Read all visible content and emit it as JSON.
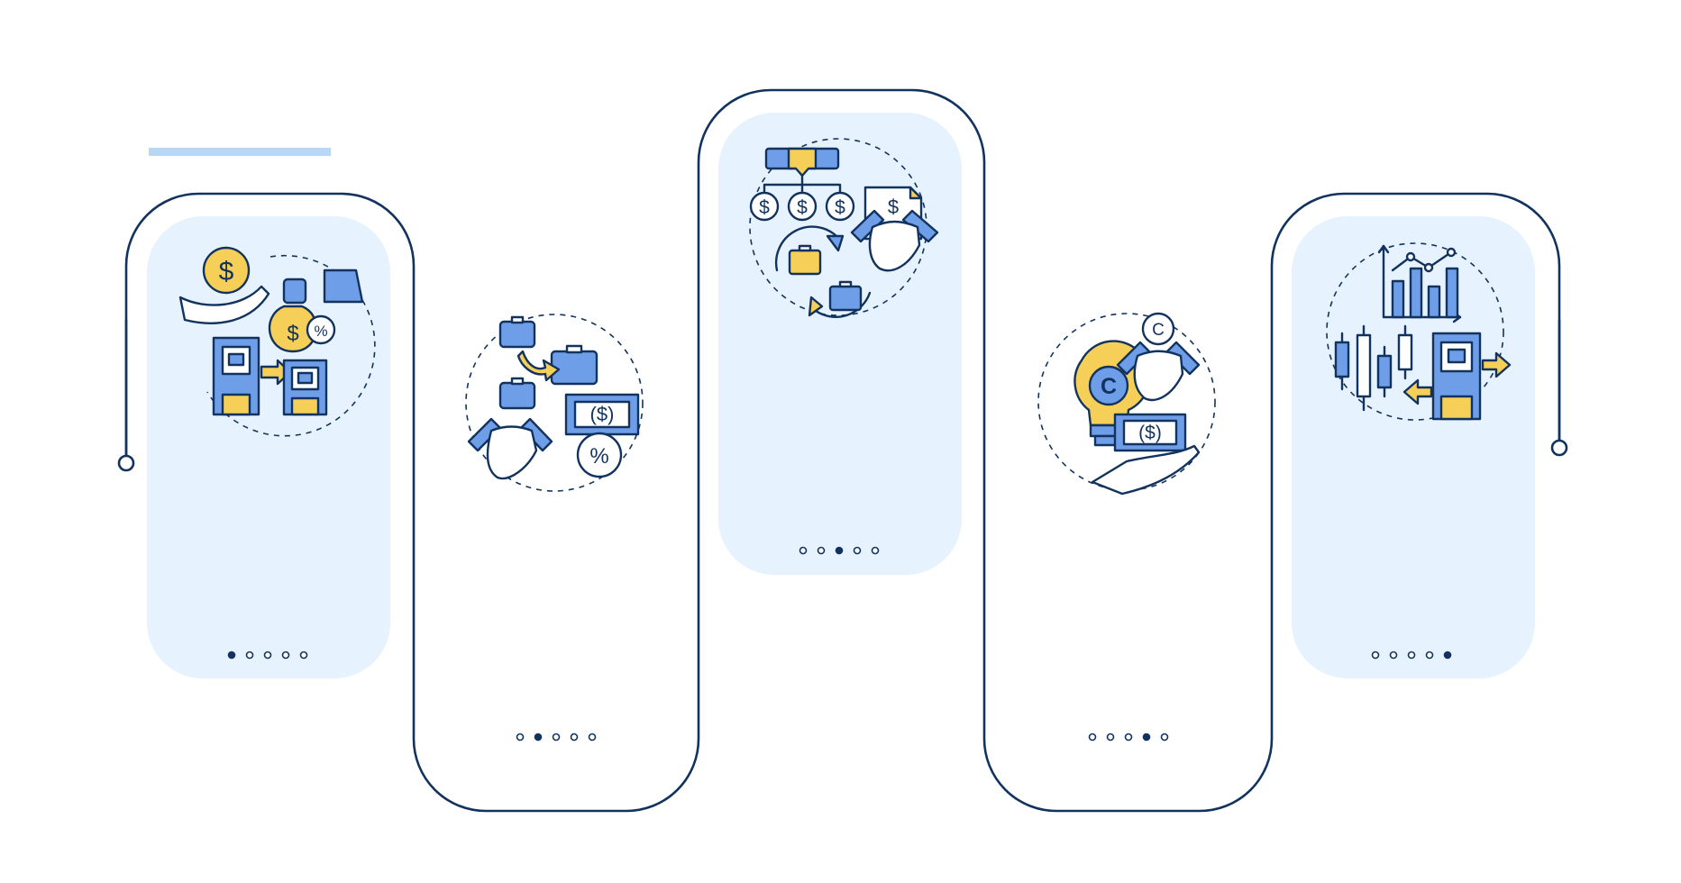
{
  "colors": {
    "outline": "#13335f",
    "card_fill": "#e6f2fd",
    "accent_blue": "#6f9ee8",
    "accent_yellow": "#f5cf57",
    "bar": "#b7d7f5",
    "background": "#ffffff"
  },
  "steps": [
    {
      "step": 1,
      "active_dot": 1,
      "dot_count": 5,
      "highlighted": true,
      "icon": "funding-exchange-icon"
    },
    {
      "step": 2,
      "active_dot": 2,
      "dot_count": 5,
      "highlighted": false,
      "icon": "business-deal-icon"
    },
    {
      "step": 3,
      "active_dot": 3,
      "dot_count": 5,
      "highlighted": true,
      "icon": "corporate-restructuring-icon"
    },
    {
      "step": 4,
      "active_dot": 4,
      "dot_count": 5,
      "highlighted": false,
      "icon": "copyright-licensing-icon"
    },
    {
      "step": 5,
      "active_dot": 5,
      "dot_count": 5,
      "highlighted": true,
      "icon": "market-analytics-icon"
    }
  ]
}
